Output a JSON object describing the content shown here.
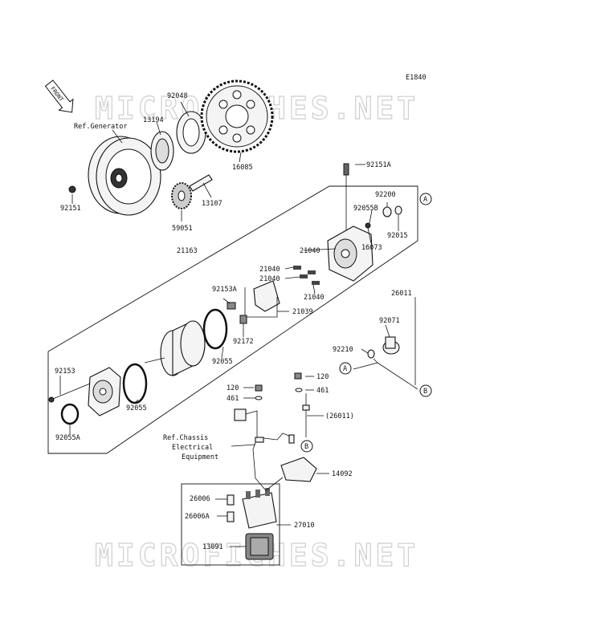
{
  "diagram_code": "E1840",
  "front_label": "FRONT",
  "watermark": "MICROFICHES.NET",
  "parts": {
    "p92048": "92048",
    "p13194": "13194",
    "ref_generator": "Ref.Generator",
    "p16085": "16085",
    "p92151A": "92151A",
    "p92151": "92151",
    "p13107": "13107",
    "p59051": "59051",
    "p92200": "92200",
    "p92055B": "92055B",
    "p92015": "92015",
    "p16073": "16073",
    "p21163": "21163",
    "p21040_a": "21040",
    "p21040_b": "21040",
    "p21040_c": "21040",
    "p21040_d": "21040",
    "p92153A": "92153A",
    "p21039": "21039",
    "p26011": "26011",
    "p92071": "92071",
    "p92172": "92172",
    "p92055_a": "92055",
    "p92210": "92210",
    "p92153": "92153",
    "p92055_b": "92055",
    "p92055A": "92055A",
    "p120_a": "120",
    "p461_a": "461",
    "p120_b": "120",
    "p461_b": "461",
    "p26011_paren": "(26011)",
    "ref_chassis_1": "Ref.Chassis",
    "ref_chassis_2": "Electrical",
    "ref_chassis_3": "Equipment",
    "p14092": "14092",
    "p26006": "26006",
    "p26006A": "26006A",
    "p27010": "27010",
    "p13091": "13091"
  },
  "callouts": {
    "A": "A",
    "B": "B"
  }
}
